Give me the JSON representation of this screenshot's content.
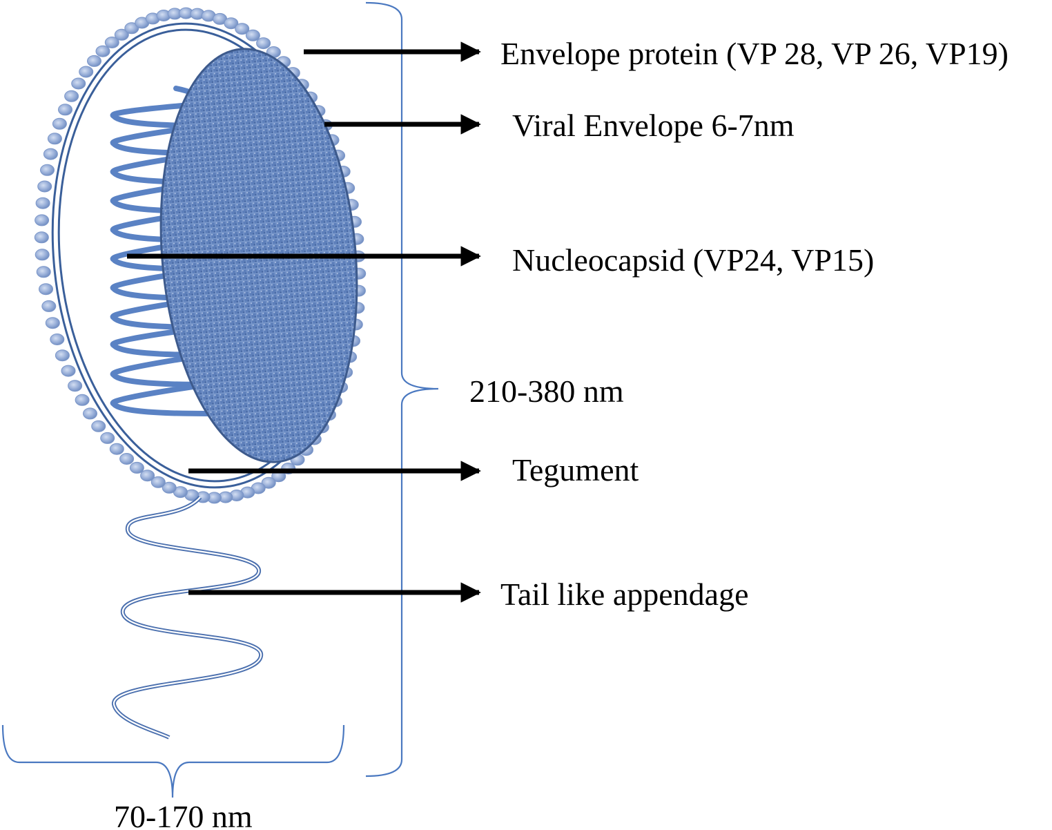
{
  "labels": {
    "envelope_protein": "Envelope protein (VP 28, VP 26, VP19)",
    "viral_envelope": "Viral Envelope 6-7nm",
    "nucleocapsid": "Nucleocapsid (VP24, VP15)",
    "tegument": "Tegument",
    "tail": "Tail like appendage"
  },
  "dimensions": {
    "length": "210-380 nm",
    "width": "70-170 nm"
  },
  "colors": {
    "nucleocapsid_fill": "#5b7db8",
    "nucleocapsid_stroke": "#3d5a8c",
    "coil": "#5a82c4",
    "outline": "#3a5f9a",
    "bead": "#9fb5dc",
    "brace": "#4a78c0",
    "arrow": "#000000"
  }
}
